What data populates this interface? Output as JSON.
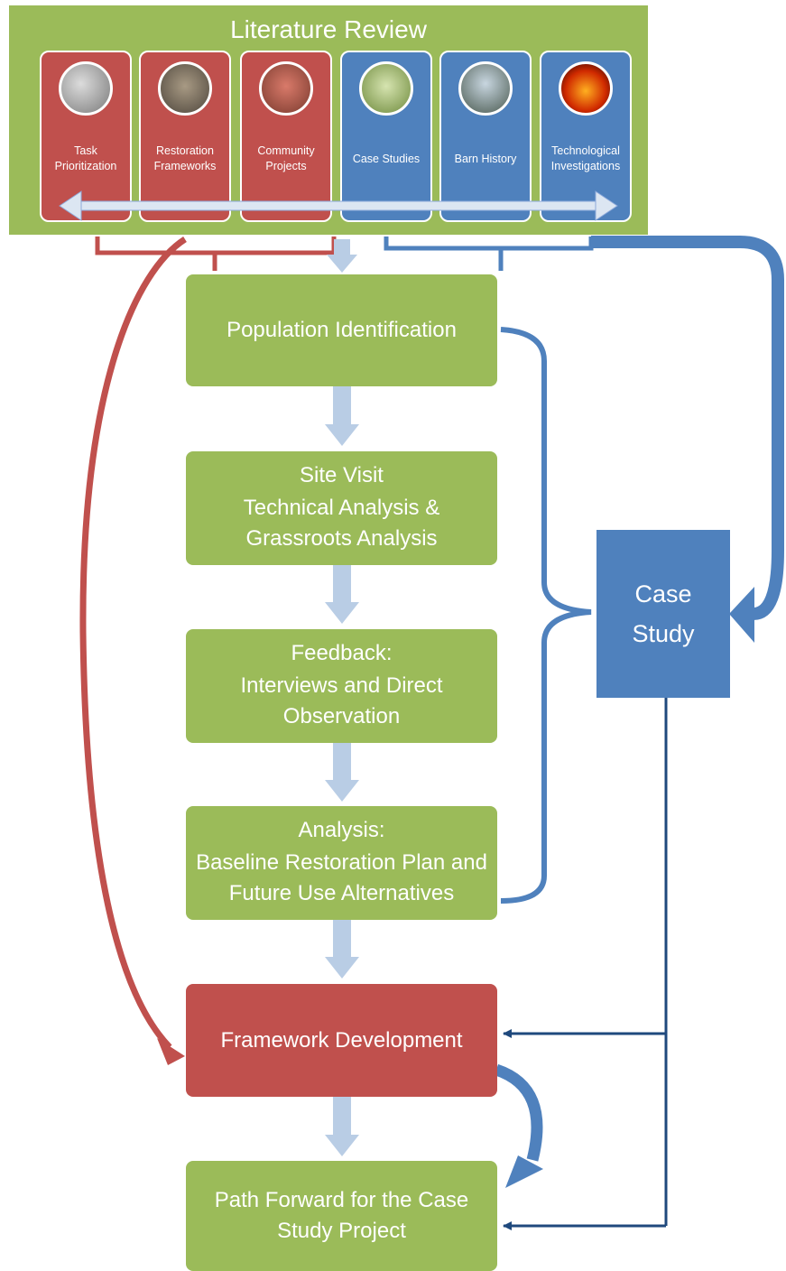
{
  "literature_review": {
    "title": "Literature Review",
    "cards": [
      {
        "label": "Task Prioritization",
        "group": "red",
        "icon": "old-photo-icon"
      },
      {
        "label": "Restoration Frameworks",
        "group": "red",
        "icon": "ruined-building-icon"
      },
      {
        "label": "Community Projects",
        "group": "red",
        "icon": "house-icon"
      },
      {
        "label": "Case Studies",
        "group": "blue",
        "icon": "magnifier-figure-icon"
      },
      {
        "label": "Barn History",
        "group": "blue",
        "icon": "barn-icon"
      },
      {
        "label": "Technological Investigations",
        "group": "blue",
        "icon": "laser-scan-icon"
      }
    ]
  },
  "steps": {
    "population": {
      "title": "Population Identification"
    },
    "site_visit": {
      "title": "Site Visit",
      "body": "Technical Analysis & Grassroots Analysis"
    },
    "feedback": {
      "title": "Feedback:",
      "body": "Interviews and Direct Observation"
    },
    "analysis": {
      "title": "Analysis:",
      "body": "Baseline Restoration Plan and Future Use Alternatives"
    },
    "framework": {
      "title": "Framework Development"
    },
    "path_forward": {
      "title": "Path Forward for the Case Study Project"
    }
  },
  "case_study": {
    "label": "Case Study"
  },
  "colors": {
    "green": "#9bbb59",
    "red": "#c0504d",
    "blue": "#4f81bd",
    "dark_blue": "#1f497d",
    "arrow_light": "#b9cde5"
  }
}
